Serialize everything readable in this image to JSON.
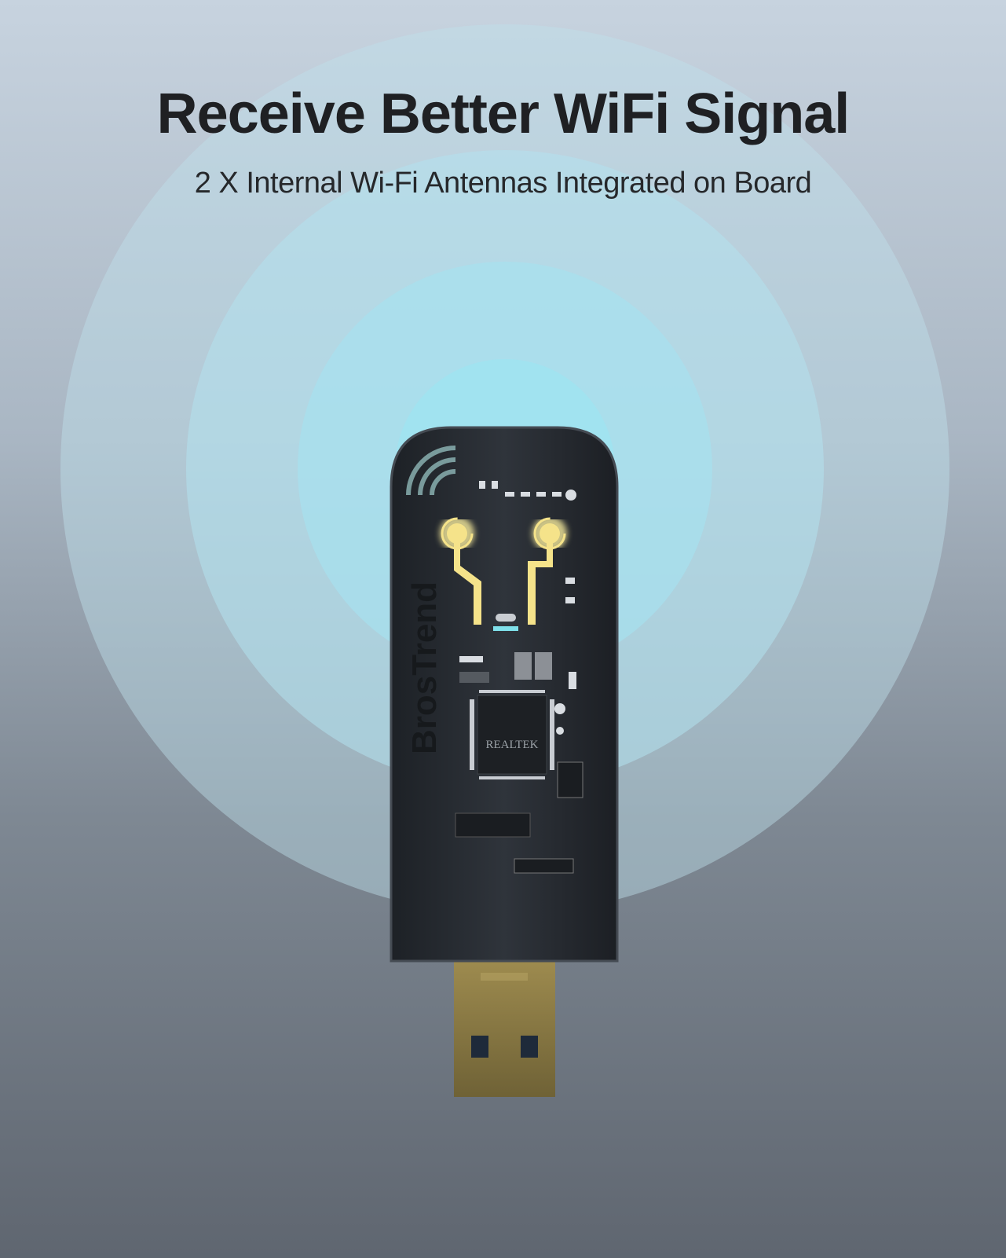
{
  "header": {
    "title": "Receive Better WiFi Signal",
    "subtitle": "2 X Internal Wi-Fi Antennas Integrated on Board"
  },
  "product": {
    "brand_logo_text": "BrosTrend",
    "chip_logo_text": "REALTEK",
    "antenna_count": 2
  },
  "colors": {
    "signal_ring": "#a8e3ef",
    "antenna_glow": "#f5e38a",
    "device_body": "#2b2f35",
    "usb_plug": "#8a7a45"
  }
}
